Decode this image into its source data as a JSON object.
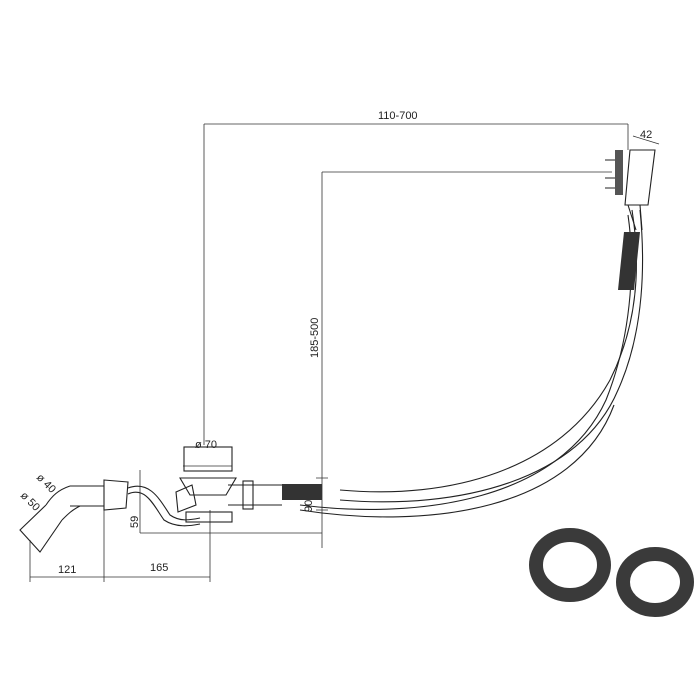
{
  "drawing": {
    "dimensions": {
      "overflow_length": "110-700",
      "overflow_head_width": "42",
      "overflow_height": "185-500",
      "waste_diameter": "ø 70",
      "trap_height": "90",
      "outlet_height": "59",
      "pipe_diameter_inner": "ø 40",
      "pipe_diameter_outer": "ø 50",
      "outlet_length": "121",
      "trap_offset": "165"
    },
    "colors": {
      "line": "#222222",
      "gasket": "#3a3a3a"
    }
  }
}
